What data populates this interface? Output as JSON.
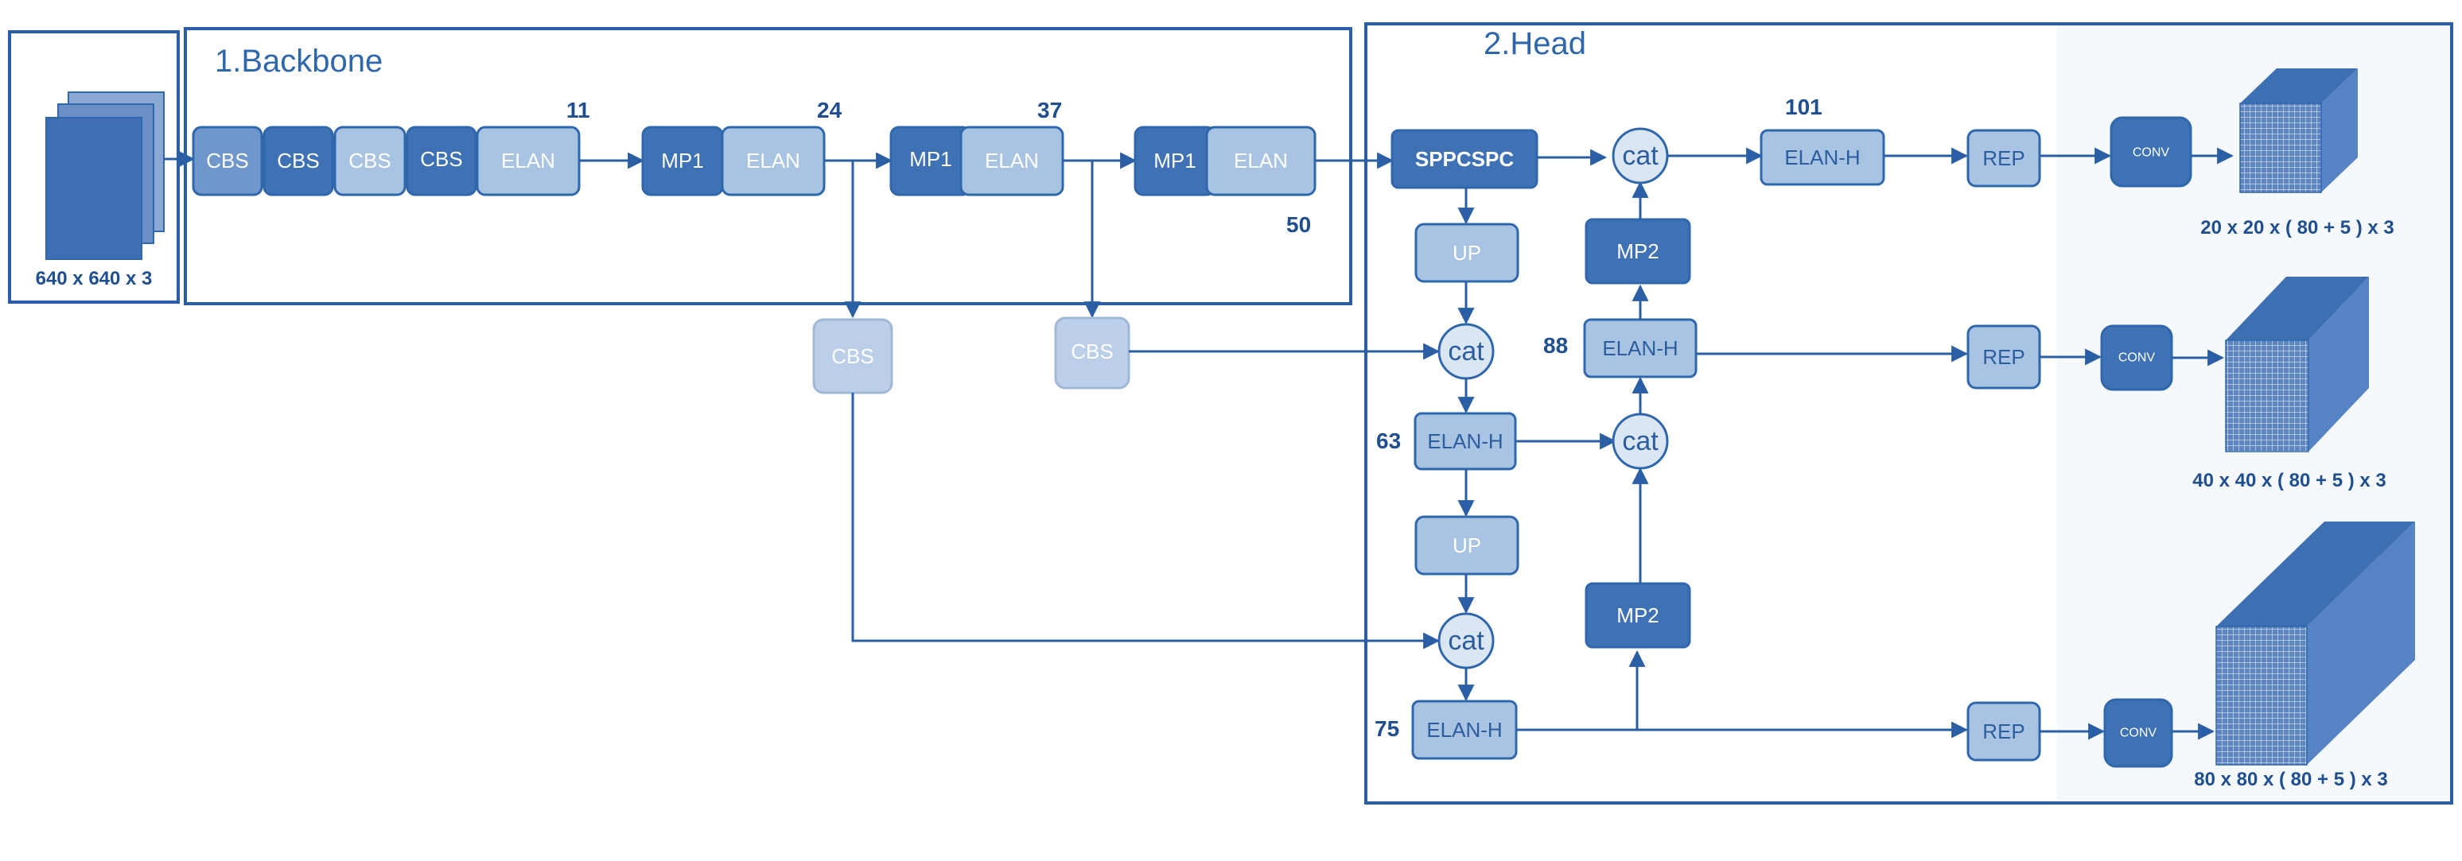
{
  "sections": {
    "backbone_title": "1.Backbone",
    "head_title": "2.Head"
  },
  "input": {
    "shape_label": "640 x 640 x 3"
  },
  "blocks": {
    "cbs": "CBS",
    "elan": "ELAN",
    "mp1": "MP1",
    "mp2": "MP2",
    "up": "UP",
    "cat": "cat",
    "elan_h": "ELAN-H",
    "sppcspc": "SPPCSPC",
    "rep": "REP",
    "conv": "CONV"
  },
  "layer_numbers": {
    "n11": "11",
    "n24": "24",
    "n37": "37",
    "n50": "50",
    "n63": "63",
    "n75": "75",
    "n88": "88",
    "n101": "101"
  },
  "outputs": {
    "large": "20 x 20 x ( 80 + 5 ) x 3",
    "medium": "40 x 40 x ( 80 + 5 ) x 3",
    "small": "80 x 80 x ( 80 + 5 ) x 3"
  }
}
